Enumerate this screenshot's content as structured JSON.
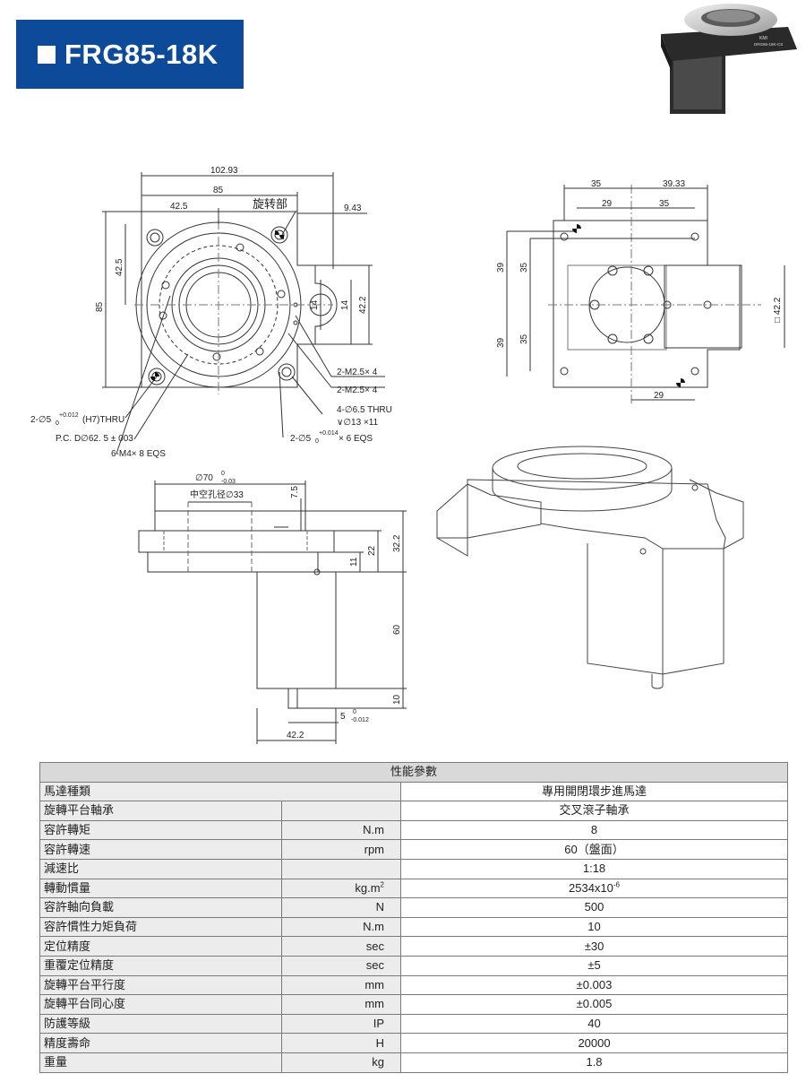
{
  "header": {
    "title": "FRG85-18K"
  },
  "product_photo": {
    "label_line1": "KMI",
    "label_line2": "DRG85-18K-CS"
  },
  "drawing": {
    "top_view": {
      "dim_overall_width": "102.93",
      "dim_width": "85",
      "dim_half_width": "42.5",
      "label_rotating": "旋转部",
      "dim_offset": "9.43",
      "dim_height": "85",
      "dim_half_height": "42.5",
      "dim_14a": "14",
      "dim_14b": "14",
      "dim_42_2": "42.2",
      "note_m2_5a": "2-M2.5× 4",
      "note_m2_5b": "2-M2.5× 4",
      "note_holes_1": "4-∅6.5  THRU",
      "note_holes_2": "∨∅13  ×11",
      "note_pin_1": "2-∅5",
      "note_pin_1_tol": "+0.012",
      "note_pin_1_tol0": "0",
      "note_pin_1_fit": "(H7)THRU",
      "note_pcd": "P.C. D∅62. 5 ± 003",
      "note_m4": "6-M4× 8  EQS",
      "note_pin_2": "2-∅5",
      "note_pin_2_tol": "+0.014",
      "note_pin_2_tol0": "0",
      "note_pin_2_rest": "× 6 EQS"
    },
    "right_view": {
      "dim_35a": "35",
      "dim_39_33": "39.33",
      "dim_29a": "29",
      "dim_35b": "35",
      "dim_39a": "39",
      "dim_35c": "35",
      "dim_39b": "39",
      "dim_35d": "35",
      "dim_sq42_2": "□ 42.2",
      "dim_29b": "29"
    },
    "side_view": {
      "dim_dia70": "∅70",
      "dim_dia70_tol_top": "0",
      "dim_dia70_tol_bot": "-0.03",
      "label_hollow": "中空孔径∅33",
      "dim_7_5": "7.5",
      "dim_32_2": "32.2",
      "dim_22": "22",
      "dim_11": "11",
      "dim_60": "60",
      "dim_10": "10",
      "dim_shaft": "5",
      "dim_shaft_tol_top": "0",
      "dim_shaft_tol_bot": "-0.012",
      "dim_42_2": "42.2"
    }
  },
  "spec_table": {
    "title": "性能參數",
    "rows": [
      {
        "name": "馬達種類",
        "unit": "",
        "value": "專用開閉環步進馬達"
      },
      {
        "name": "旋轉平台軸承",
        "unit": "",
        "value": "交叉滾子軸承"
      },
      {
        "name": "容許轉矩",
        "unit": "N.m",
        "value": "8"
      },
      {
        "name": "容許轉速",
        "unit": "rpm",
        "value": "60（盤面）"
      },
      {
        "name": "減速比",
        "unit": "",
        "value": "1:18"
      },
      {
        "name": "轉動慣量",
        "unit": "kg.m",
        "unit_sup": "2",
        "value": "2534x10",
        "value_sup": "-6"
      },
      {
        "name": "容許軸向負載",
        "unit": "N",
        "value": "500"
      },
      {
        "name": "容許慣性力矩負荷",
        "unit": "N.m",
        "value": "10"
      },
      {
        "name": "定位精度",
        "unit": "sec",
        "value": "±30"
      },
      {
        "name": "重覆定位精度",
        "unit": "sec",
        "value": "±5"
      },
      {
        "name": "旋轉平台平行度",
        "unit": "mm",
        "value": "±0.003"
      },
      {
        "name": "旋轉平台同心度",
        "unit": "mm",
        "value": "±0.005"
      },
      {
        "name": "防護等級",
        "unit": "IP",
        "value": "40"
      },
      {
        "name": "精度壽命",
        "unit": "H",
        "value": "20000"
      },
      {
        "name": "重量",
        "unit": "kg",
        "value": "1.8"
      }
    ]
  }
}
